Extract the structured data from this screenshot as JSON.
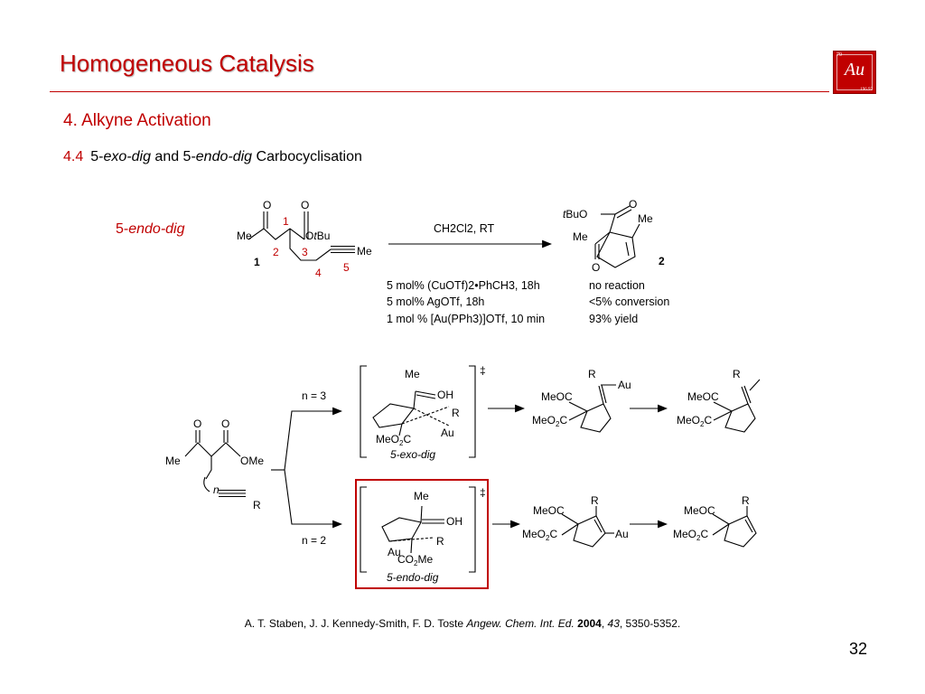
{
  "title": "Homogeneous Catalysis",
  "logo": {
    "number": "79",
    "symbol": "Au",
    "mass": "196.97"
  },
  "section": "4. Alkyne Activation",
  "subsection": {
    "number": "4.4",
    "p1": "5-",
    "p2": "exo-dig",
    "p3": " and 5-",
    "p4": "endo-dig",
    "p5": " Carbocyclisation"
  },
  "scheme_label": {
    "prefix": "5-",
    "italic": "endo-dig"
  },
  "reaction": {
    "reactant_number": "1",
    "product_number": "2",
    "atom_numbers": [
      "1",
      "2",
      "3",
      "4",
      "5"
    ],
    "solvent": "CH2Cl2, RT",
    "rows": [
      {
        "conditions": "5 mol% (CuOTf)2•PhCH3, 18h",
        "result": "no reaction"
      },
      {
        "conditions": "5 mol% AgOTf, 18h",
        "result": "<5% conversion"
      },
      {
        "conditions": "1 mol % [Au(PPh3)]OTf, 10 min",
        "result": "93% yield"
      }
    ]
  },
  "mechanism": {
    "upper_branch": "n = 3",
    "lower_branch": "n = 2",
    "ts_upper": "5-exo-dig",
    "ts_lower": "5-endo-dig",
    "dagger": "‡"
  },
  "reference": {
    "authors": "A. T. Staben, J. J. Kennedy-Smith, F. D. Toste ",
    "journal": "Angew. Chem. Int. Ed.",
    "year": "2004",
    "volume": "43",
    "pages": ", 5350-5352."
  },
  "page_number": "32",
  "colors": {
    "accent": "#c00000",
    "text": "#000000",
    "background": "#ffffff"
  }
}
